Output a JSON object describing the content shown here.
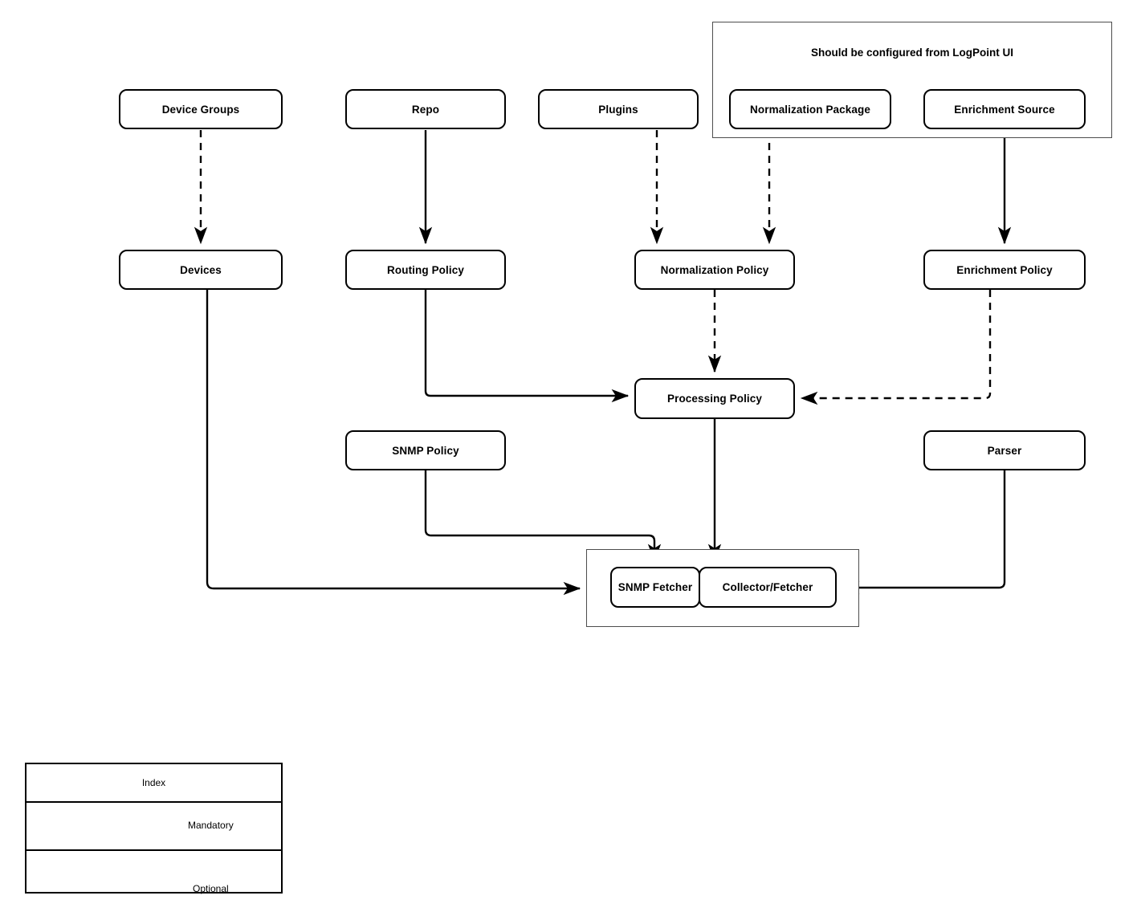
{
  "diagram": {
    "title_text": "Should be configured from LogPoint UI",
    "nodes": {
      "device_groups": "Device Groups",
      "repo": "Repo",
      "plugins": "Plugins",
      "normalization_package": "Normalization Package",
      "enrichment_source": "Enrichment Source",
      "devices": "Devices",
      "routing_policy": "Routing Policy",
      "normalization_policy": "Normalization Policy",
      "enrichment_policy": "Enrichment Policy",
      "processing_policy": "Processing Policy",
      "snmp_policy": "SNMP Policy",
      "parser": "Parser",
      "snmp_fetcher": "SNMP Fetcher",
      "collector_fetcher": "Collector/Fetcher"
    },
    "legend": {
      "header": "Index",
      "mandatory_label": "Mandatory",
      "optional_label": "Optional"
    },
    "colors": {
      "stroke": "#000000",
      "group_stroke": "#4d4d4d",
      "background": "#ffffff"
    }
  }
}
